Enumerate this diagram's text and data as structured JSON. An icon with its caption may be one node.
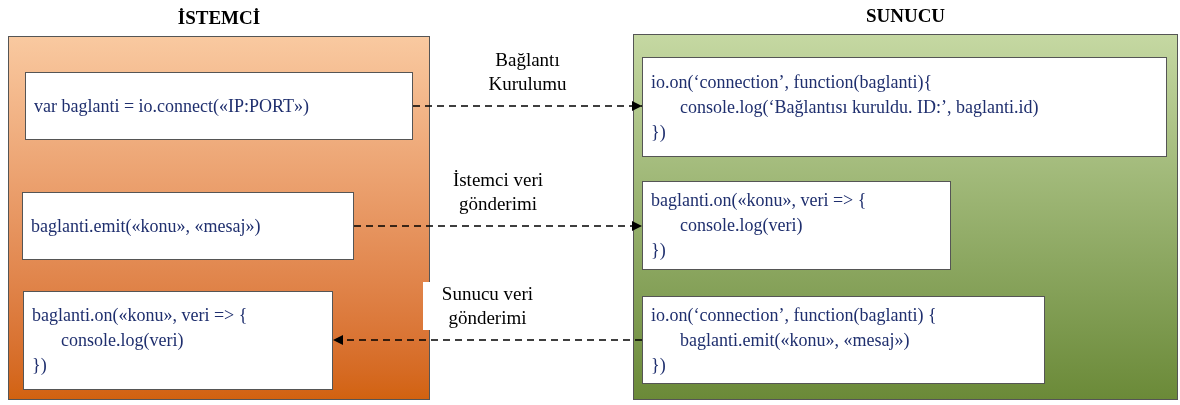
{
  "diagram": {
    "nodes": [
      {
        "text": [
          "İSTEMCİ"
        ]
      },
      {
        "text": [
          "var baglanti = io.connect(«IP:PORT»)"
        ],
        "in": 0
      },
      {
        "text": [
          "baglanti.emit(«konu», «mesaj»)"
        ],
        "in": 0
      },
      {
        "text": [
          "baglanti.on(«konu», veri => {",
          "console.log(veri)",
          "})"
        ],
        "in": 0
      },
      {
        "text": [
          "SUNUCU"
        ]
      },
      {
        "text": [
          "io.on(‘connection’, function(baglanti){",
          "console.log(‘Bağlantısı kuruldu. ID:’, baglanti.id)",
          "})"
        ],
        "in": 4
      },
      {
        "text": [
          "baglanti.on(«konu», veri => {",
          "console.log(veri)",
          "})"
        ],
        "in": 4
      },
      {
        "text": [
          "io.on(‘connection’, function(baglanti) {",
          "baglanti.emit(«konu», «mesaj»)",
          "})"
        ],
        "in": 4
      }
    ],
    "edges": [
      {
        "from": 1,
        "to": 5,
        "arrow": "to",
        "style": "dashed",
        "label": "Bağlantı Kurulumu"
      },
      {
        "from": 2,
        "to": 6,
        "arrow": "to",
        "style": "dashed",
        "label": "İstemci veri gönderimi"
      },
      {
        "from": 7,
        "to": 3,
        "arrow": "to",
        "style": "dashed",
        "label": "Sunucu veri gönderimi"
      }
    ]
  }
}
